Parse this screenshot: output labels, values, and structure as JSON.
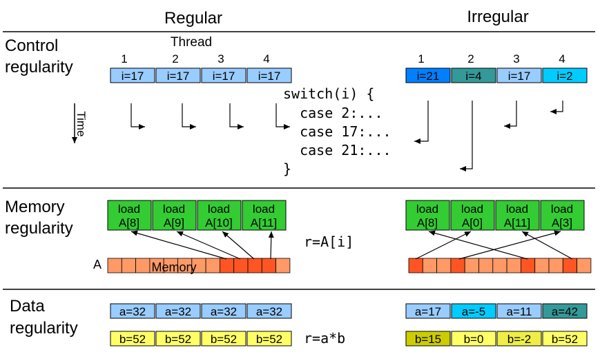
{
  "header": {
    "regular": "Regular",
    "irregular": "Irregular"
  },
  "control": {
    "label_line1": "Control",
    "label_line2": "regularity",
    "thread_label": "Thread",
    "thread_numbers": [
      "1",
      "2",
      "3",
      "4"
    ],
    "time_label": "Time",
    "regular_values": [
      "i=17",
      "i=17",
      "i=17",
      "i=17"
    ],
    "irregular_values": [
      "i=21",
      "i=4",
      "i=17",
      "i=2"
    ],
    "code": [
      "switch(i) {",
      "  case 2:...",
      "  case 17:...",
      "  case 21:...",
      "}"
    ]
  },
  "memory": {
    "label_line1": "Memory",
    "label_line2": "regularity",
    "regular_loads": [
      [
        "load",
        "A[8]"
      ],
      [
        "load",
        "A[9]"
      ],
      [
        "load",
        "A[10]"
      ],
      [
        "load",
        "A[11]"
      ]
    ],
    "irregular_loads": [
      [
        "load",
        "A[8]"
      ],
      [
        "load",
        "A[0]"
      ],
      [
        "load",
        "A[11]"
      ],
      [
        "load",
        "A[3]"
      ]
    ],
    "expression": "r=A[i]",
    "array_label": "A",
    "memory_label": "Memory"
  },
  "data": {
    "label_line1": "Data",
    "label_line2": "regularity",
    "regular_a": [
      "a=32",
      "a=32",
      "a=32",
      "a=32"
    ],
    "regular_b": [
      "b=52",
      "b=52",
      "b=52",
      "b=52"
    ],
    "irregular_a": [
      "a=17",
      "a=-5",
      "a=11",
      "a=42"
    ],
    "irregular_b": [
      "b=15",
      "b=0",
      "b=-2",
      "b=52"
    ],
    "expression": "r=a*b"
  },
  "colors": {
    "light_blue": "#99ccff",
    "mid_blue": "#0080ff",
    "teal": "#339999",
    "cyan": "#00ccff",
    "green": "#33cc33",
    "orange_light": "#ff9966",
    "orange_dark": "#ff5522",
    "yellow": "#ffff66",
    "olive": "#cccc00"
  }
}
